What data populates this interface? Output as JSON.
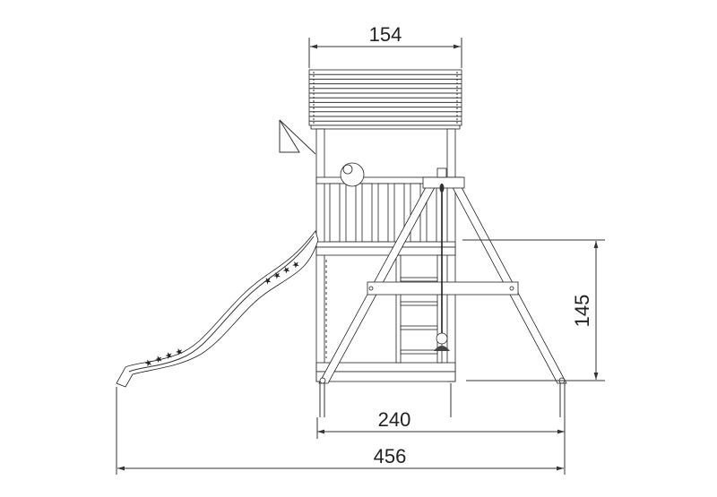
{
  "dimensions": {
    "roof_width": "154",
    "height": "145",
    "base_width": "240",
    "total_width": "456"
  },
  "colors": {
    "line": "#333333",
    "background": "#ffffff"
  }
}
